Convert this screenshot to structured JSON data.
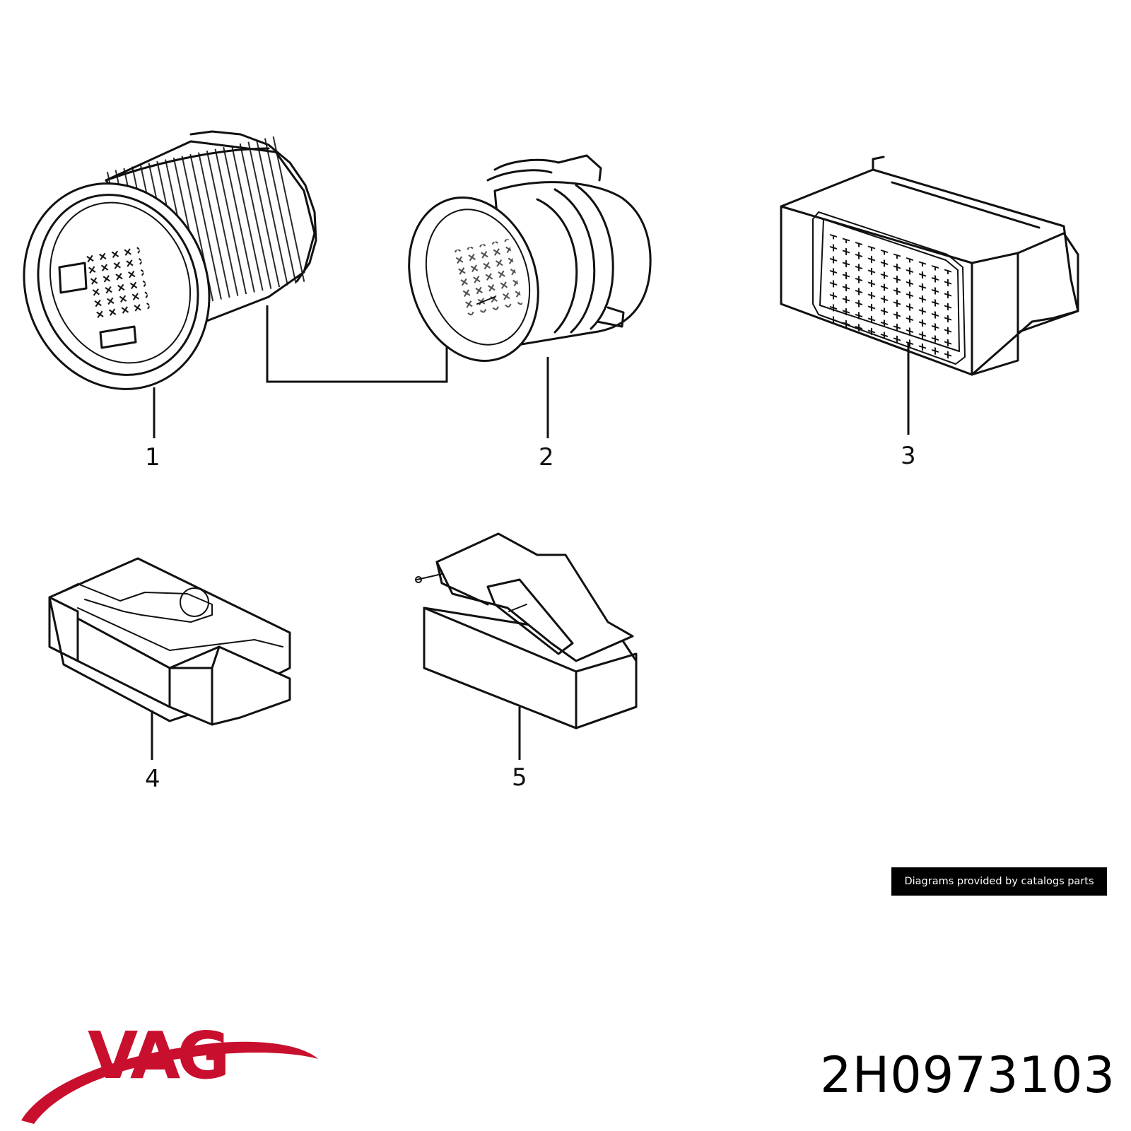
{
  "callouts": [
    "1",
    "2",
    "3",
    "4",
    "5"
  ],
  "credit_text": "Diagrams provided by catalogs parts",
  "brand": {
    "name": "VAG",
    "color": "#c8102e"
  },
  "part_number": "2H0973103"
}
